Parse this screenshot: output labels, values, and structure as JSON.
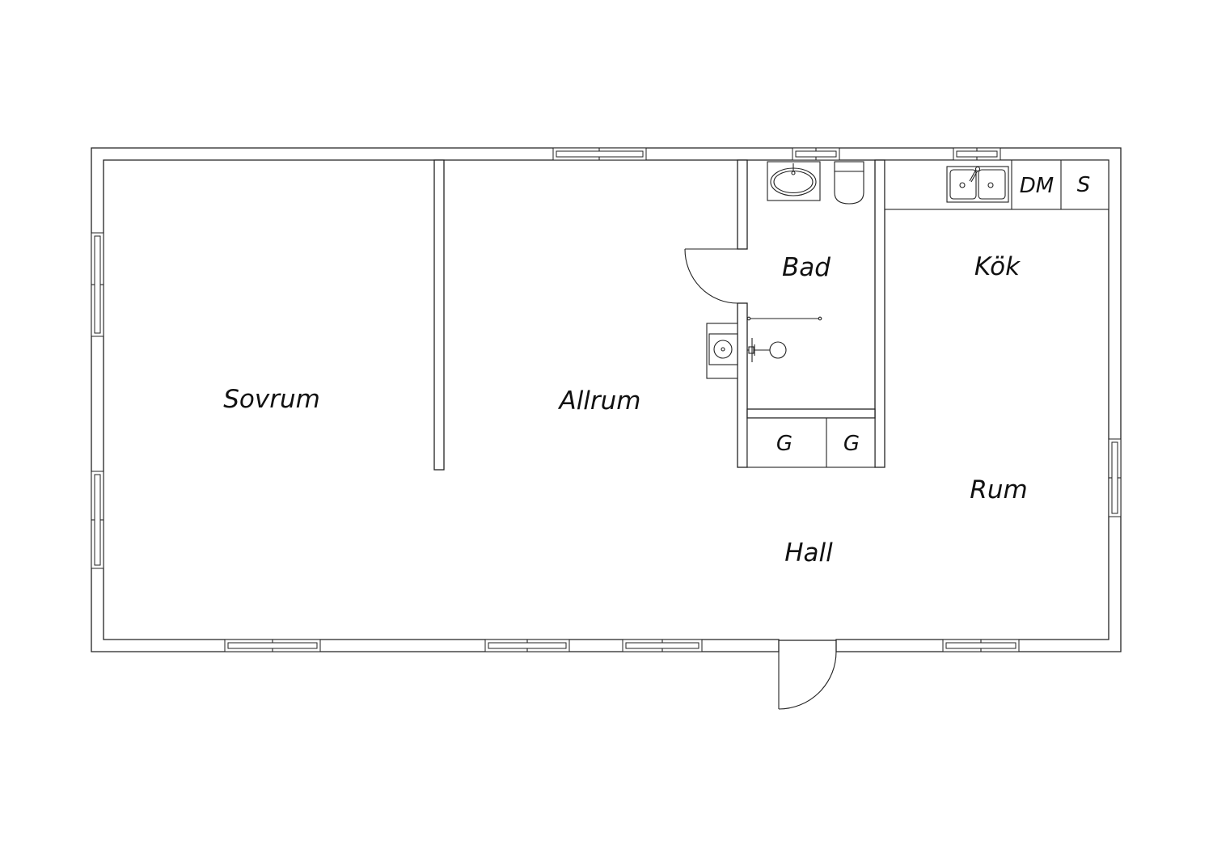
{
  "rooms": {
    "sovrum": "Sovrum",
    "allrum": "Allrum",
    "bad": "Bad",
    "kok": "Kök",
    "rum": "Rum",
    "hall": "Hall"
  },
  "fixtures": {
    "dishwasher": "DM",
    "cabinet": "S",
    "wardrobe_1": "G",
    "wardrobe_2": "G"
  }
}
